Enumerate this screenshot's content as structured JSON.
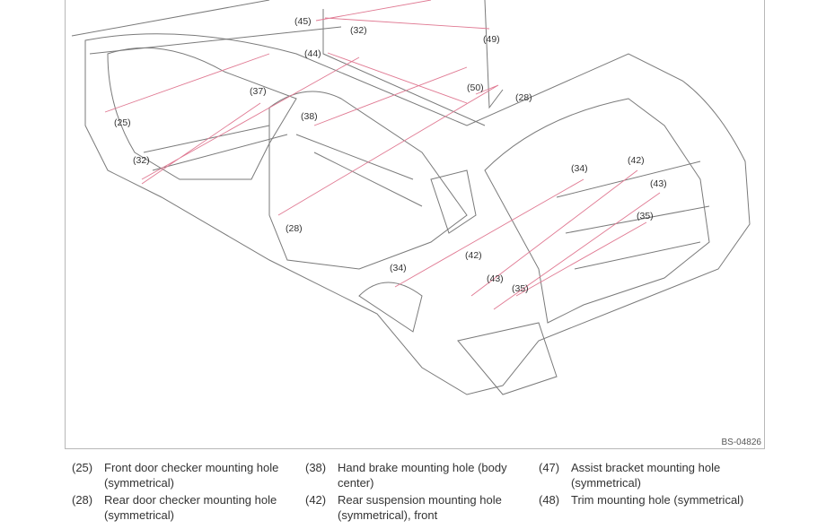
{
  "figure_id": "BS-04826",
  "callouts": [
    "(45)",
    "(32)",
    "(49)",
    "(44)",
    "(37)",
    "(50)",
    "(28)",
    "(25)",
    "(38)",
    "(32)",
    "(34)",
    "(42)",
    "(43)",
    "(35)",
    "(28)",
    "(42)",
    "(34)",
    "(43)",
    "(35)"
  ],
  "colors": {
    "leader": "#e07a93",
    "lineart": "#7a7a7a"
  },
  "legend": [
    [
      {
        "num": "(25)",
        "text": "Front door checker mounting hole (symmetrical)"
      },
      {
        "num": "(28)",
        "text": "Rear door checker mounting hole (symmetrical)"
      }
    ],
    [
      {
        "num": "(38)",
        "text": "Hand brake mounting hole (body center)"
      },
      {
        "num": "(42)",
        "text": "Rear suspension mounting hole (symmetrical), front"
      }
    ],
    [
      {
        "num": "(47)",
        "text": "Assist bracket mounting hole (symmetrical)"
      },
      {
        "num": "(48)",
        "text": "Trim mounting hole (symmetrical)"
      }
    ]
  ]
}
